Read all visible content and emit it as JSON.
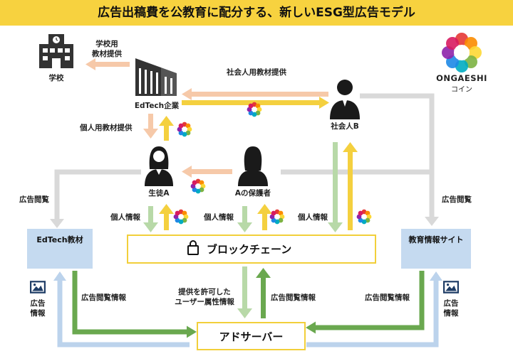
{
  "title": "広告出稿費を公教育に配分する、新しいESG型広告モデル",
  "nodes": {
    "school": "学校",
    "edtech_company": "EdTech企業",
    "worker_b": "社会人B",
    "student_a": "生徒A",
    "guardian_a": "Aの保護者",
    "edtech_material": "EdTech教材",
    "edu_info_site": "教育情報サイト",
    "blockchain": "ブロックチェーン",
    "ad_server": "アドサーバー"
  },
  "brand": {
    "name": "ONGAESHI",
    "sub": "コイン"
  },
  "labels": {
    "school_material": [
      "学校用",
      "教材提供"
    ],
    "worker_material": "社会人用教材提供",
    "personal_material": "個人用教材提供",
    "ad_view_left": "広告閲覧",
    "ad_view_right": "広告閲覧",
    "personal_info_1": "個人情報",
    "personal_info_2": "個人情報",
    "personal_info_3": "個人情報",
    "ad_view_info_left": "広告閲覧情報",
    "ad_view_info_center": "広告閲覧情報",
    "ad_view_info_right": "広告閲覧情報",
    "permitted_attr": [
      "提供を許可した",
      "ユーザー属性情報"
    ],
    "ad_info_left": [
      "広告",
      "情報"
    ],
    "ad_info_right": [
      "広告",
      "情報"
    ]
  },
  "colors": {
    "title_bg": "#f7d23f",
    "yellow_arrow": "#f4d03f",
    "peach_arrow": "#f6c9a9",
    "light_green_arrow": "#b8d9a8",
    "dark_green_arrow": "#6aa84f",
    "light_blue_arrow": "#bcd3ec",
    "gray_line": "#d9d9d9",
    "box_blue": "#c5daf0"
  },
  "icons": [
    "school-building-icon",
    "office-building-icon",
    "person-icon",
    "lock-icon",
    "image-icon",
    "coin-icon"
  ]
}
